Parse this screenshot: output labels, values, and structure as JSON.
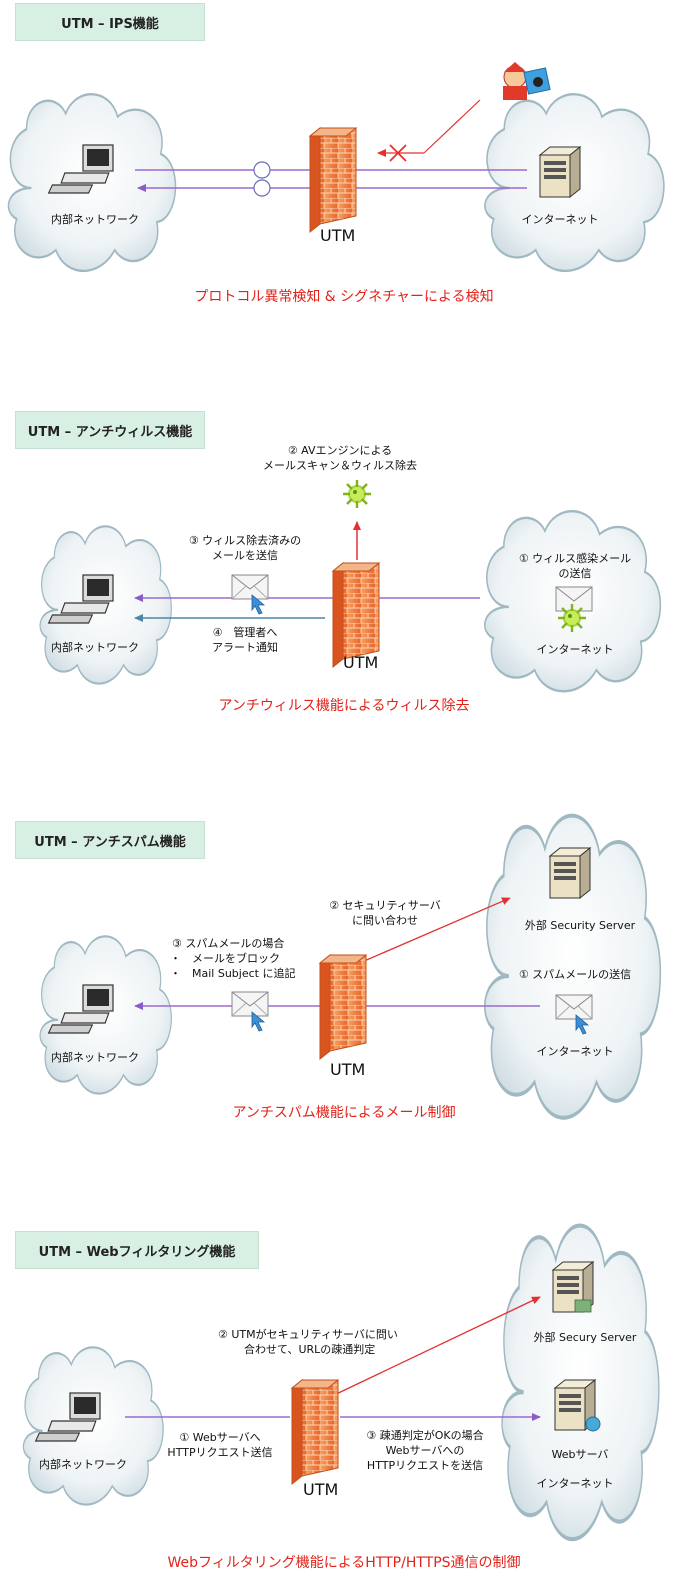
{
  "colors": {
    "line": "#9a6ad0",
    "line_alert": "#4f85a5",
    "arrow_red": "#e53030",
    "caption": "#e2231a",
    "title_bg": "#d8efe3"
  },
  "icons": [
    "cloud-icon",
    "pc-icon",
    "server-icon",
    "firewall-icon",
    "mail-icon",
    "virus-icon",
    "attacker-icon",
    "block-x-icon"
  ],
  "ips": {
    "title": "UTM – IPS機能",
    "internal": "内部ネットワーク",
    "internet": "インターネット",
    "utm": "UTM",
    "caption": "プロトコル異常検知 & シグネチャーによる検知"
  },
  "av": {
    "title": "UTM – アンチウィルス機能",
    "step2_line1": "② AVエンジンによる",
    "step2_line2": "メールスキャン＆ウィルス除去",
    "step3_line1": "③ ウィルス除去済みの",
    "step3_line2": "メールを送信",
    "step4_line1": "④　管理者へ",
    "step4_line2": "アラート通知",
    "step1_line1": "① ウィルス感染メール",
    "step1_line2": "の送信",
    "internal": "内部ネットワーク",
    "internet": "インターネット",
    "utm": "UTM",
    "caption": "アンチウィルス機能によるウィルス除去"
  },
  "spam": {
    "title": "UTM – アンチスパム機能",
    "step2_line1": "② セキュリティサーバ",
    "step2_line2": "に問い合わせ",
    "step3_line1": "③ スパムメールの場合",
    "step3_line2": "・　メールをブロック",
    "step3_line3": "・　Mail Subject に追記",
    "step1": "① スパムメールの送信",
    "external_server": "外部 Security Server",
    "internal": "内部ネットワーク",
    "internet": "インターネット",
    "utm": "UTM",
    "caption": "アンチスパム機能によるメール制御"
  },
  "web": {
    "title": "UTM – Webフィルタリング機能",
    "step2_line1": "② UTMがセキュリティサーバに問い",
    "step2_line2": "合わせて、URLの疎通判定",
    "step1_line1": "① Webサーバへ",
    "step1_line2": "HTTPリクエスト送信",
    "step3_line1": "③ 疎通判定がOKの場合",
    "step3_line2": "Webサーバへの",
    "step3_line3": "HTTPリクエストを送信",
    "external_server": "外部 Secury Server",
    "web_server": "Webサーバ",
    "internal": "内部ネットワーク",
    "internet": "インターネット",
    "utm": "UTM",
    "caption": "Webフィルタリング機能によるHTTP/HTTPS通信の制御"
  }
}
